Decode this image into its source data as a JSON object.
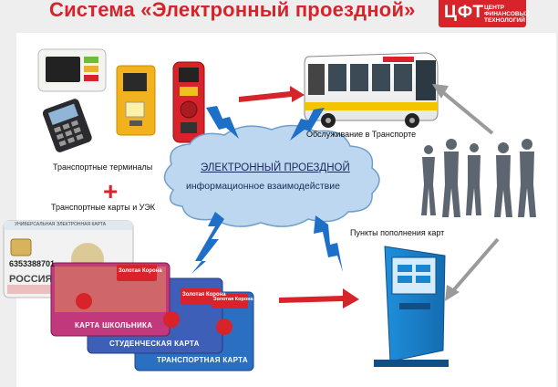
{
  "title": "Система «Электронный проездной»",
  "logo": {
    "main": "ЦФТ",
    "sub_line1": "ЦЕНТР",
    "sub_line2": "ФИНАНСОВЫХ",
    "sub_line3": "ТЕХНОЛОГИЙ",
    "color": "#d8232a"
  },
  "cloud": {
    "line1": "ЭЛЕКТРОННЫЙ ПРОЕЗДНОЙ",
    "line2": "информационное взаимодействие"
  },
  "labels": {
    "terminals": "Транспортные терминалы",
    "cards": "Транспортные карты и УЭК",
    "transport": "Обслуживание в Транспорте",
    "topup": "Пункты пополнения карт"
  },
  "uek_card": {
    "header": "УНИВЕРСАЛЬНАЯ ЭЛЕКТРОННАЯ КАРТА",
    "number": "6353388701",
    "country": "РОССИЯ"
  },
  "cards": [
    {
      "brand": "Золотая Корона",
      "caption": "КАРТА ШКОЛЬНИКА",
      "color": "#c2387c"
    },
    {
      "brand": "Золотая Корона",
      "caption": "СТУДЕНЧЕСКАЯ КАРТА",
      "color": "#3e5fb8"
    },
    {
      "brand": "Золотая Корона",
      "caption": "ТРАНСПОРТНАЯ КАРТА",
      "color": "#2b6fc2"
    }
  ],
  "colors": {
    "accent": "#d8232a",
    "lightning": "#1e6fc8",
    "cloud": "#bcd7ef",
    "kiosk": "#1a86d0",
    "gray_arrow": "#9a9a9a"
  }
}
